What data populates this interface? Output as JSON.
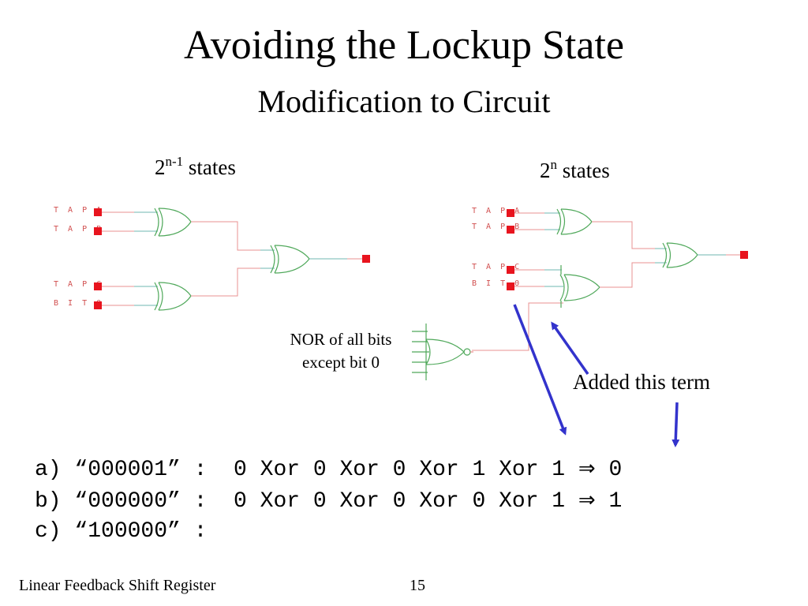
{
  "slide": {
    "title": "Avoiding the Lockup State",
    "subtitle": "Modification to Circuit"
  },
  "left_circuit": {
    "states_base": "2",
    "states_exp": "n-1",
    "states_word": " states",
    "inputs": [
      "T A P A",
      "T A P B",
      "T A P C",
      "B I T 0"
    ]
  },
  "right_circuit": {
    "states_base": "2",
    "states_exp": "n",
    "states_word": " states",
    "inputs": [
      "T A P A",
      "T A P B",
      "T A P C",
      "B I T 0"
    ]
  },
  "annotations": {
    "nor_line1": "NOR of all bits",
    "nor_line2": "except bit 0",
    "added_term": "Added this term"
  },
  "examples": [
    {
      "text": "a) “000001” :  0 Xor 0 Xor 0 Xor 1 Xor 1 ",
      "arrow": "⇒",
      "result": " 0"
    },
    {
      "text": "b) “000000” :  0 Xor 0 Xor 0 Xor 0 Xor 1 ",
      "arrow": "⇒",
      "result": " 1"
    },
    {
      "text": "c) “100000” :",
      "arrow": "",
      "result": ""
    }
  ],
  "footer": {
    "left": "Linear Feedback Shift Register",
    "page": "15"
  },
  "colors": {
    "wire_red": "#e89090",
    "wire_teal": "#6fb7b0",
    "gate_green": "#4fa85a",
    "pin_red": "#e8141e",
    "arrow_blue": "#3333cc"
  }
}
